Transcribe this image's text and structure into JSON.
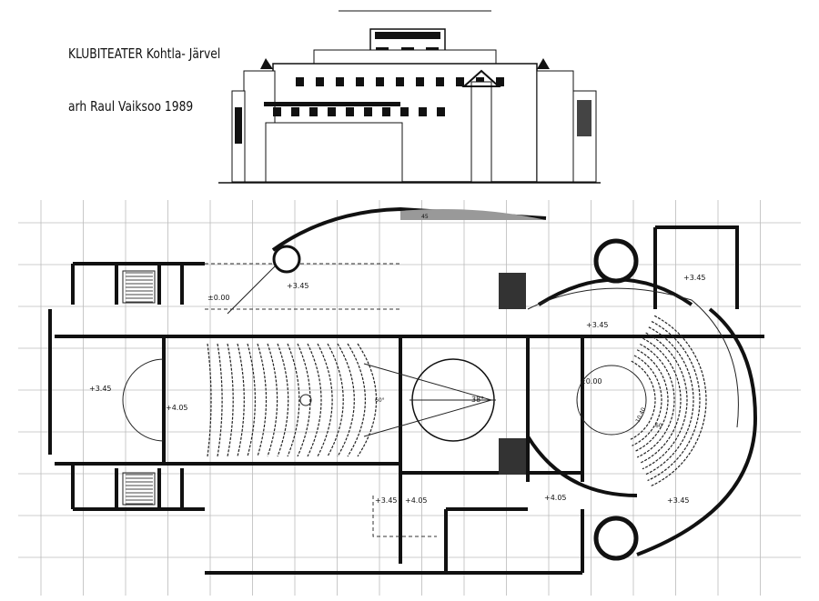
{
  "title": {
    "line1": "KLUBITEATER  Kohtla- Järvel",
    "line2": "arh Raul Vaiksoo 1989"
  },
  "plan_labels": {
    "foyer_upper": "+3.45",
    "entrance_level": "±0.00",
    "lobby_left": "+3.45",
    "cloak_level": "+4.05",
    "right_foyer": "+3.45",
    "right_stair_hall": "+3.45",
    "small_hall_bottom": "+3.45",
    "small_stage_level": "±0.00",
    "bottom_left_a": "+3.45",
    "bottom_left_b": "+4.05",
    "bottom_mid": "+4.05",
    "stage_angle": "38°",
    "proscenium_angle": "60°",
    "canopy_mark": "45",
    "small_hall_mark": "60",
    "radius_mark": "10.40"
  }
}
